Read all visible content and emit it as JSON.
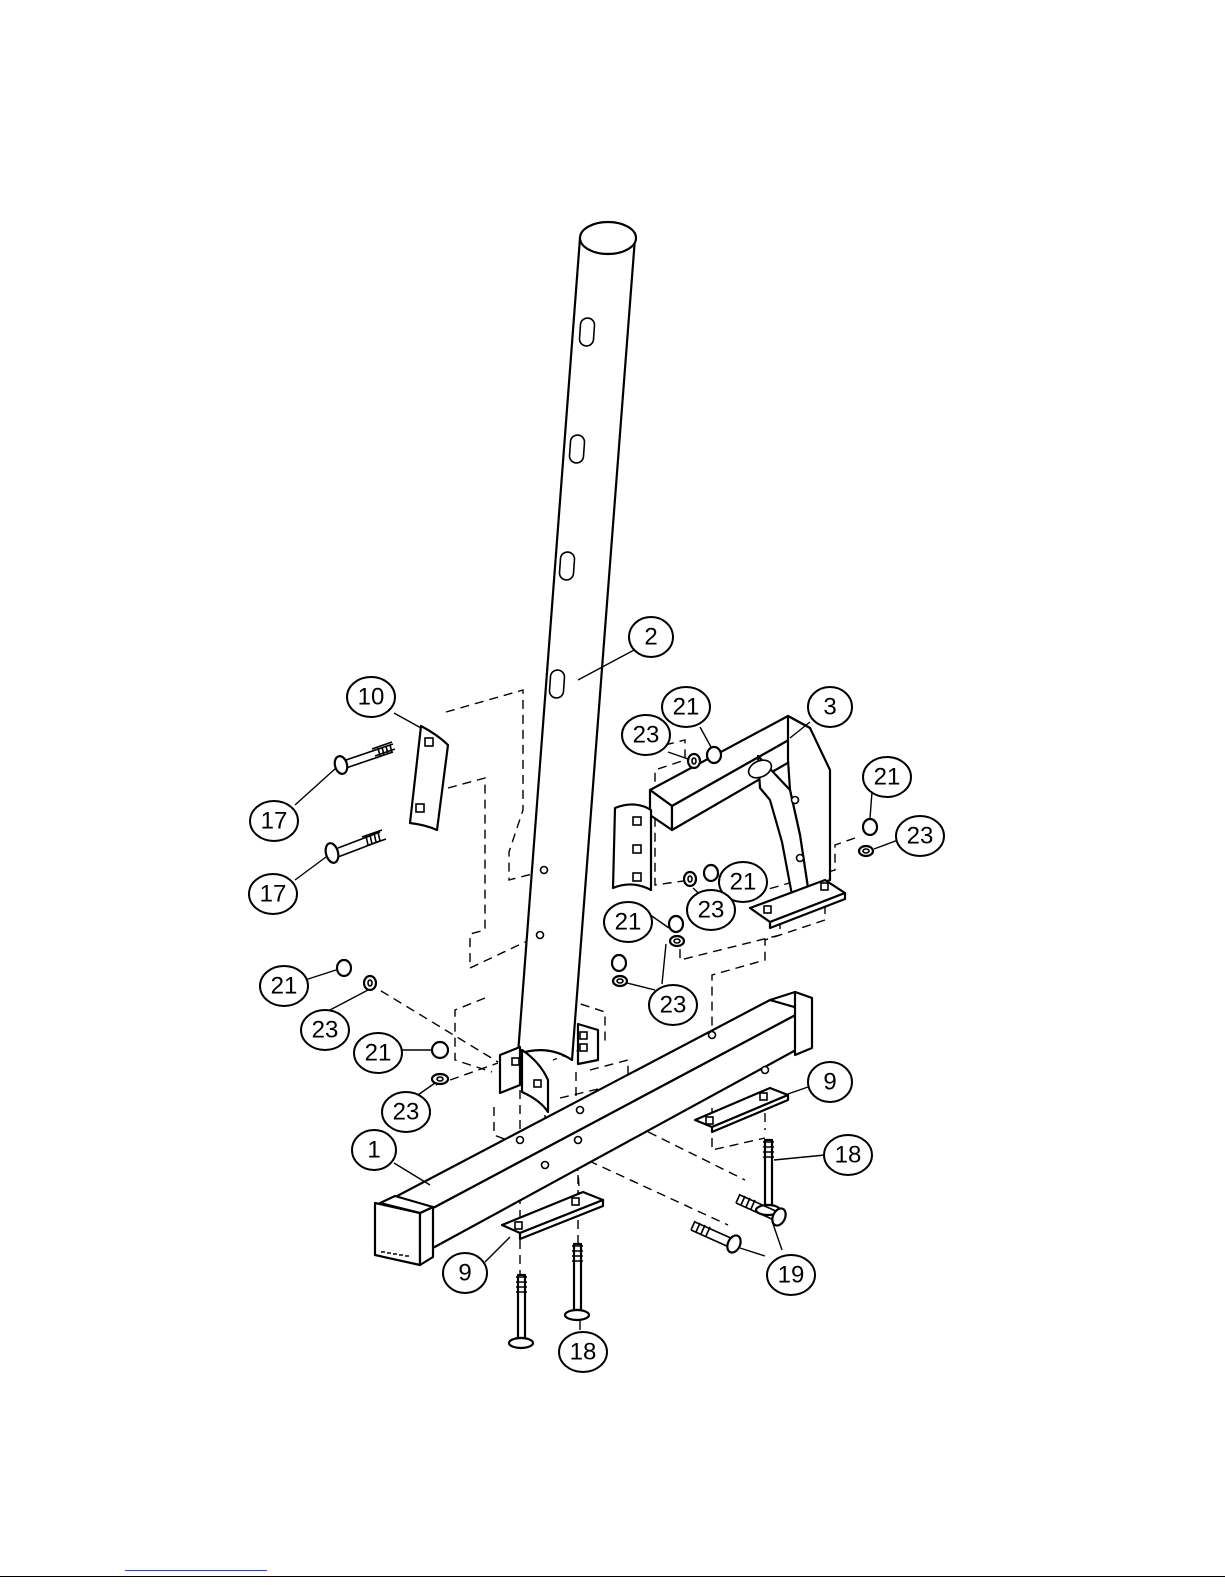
{
  "diagram": {
    "callouts": [
      {
        "id": "c-10",
        "label": "10"
      },
      {
        "id": "c-2",
        "label": "2"
      },
      {
        "id": "c-21-top",
        "label": "21"
      },
      {
        "id": "c-3",
        "label": "3"
      },
      {
        "id": "c-23-top",
        "label": "23"
      },
      {
        "id": "c-17-a",
        "label": "17"
      },
      {
        "id": "c-21-right",
        "label": "21"
      },
      {
        "id": "c-23-right",
        "label": "23"
      },
      {
        "id": "c-17-b",
        "label": "17"
      },
      {
        "id": "c-21-mid",
        "label": "21"
      },
      {
        "id": "c-23-mid",
        "label": "23"
      },
      {
        "id": "c-21-center",
        "label": "21"
      },
      {
        "id": "c-23-center",
        "label": "23"
      },
      {
        "id": "c-21-left",
        "label": "21"
      },
      {
        "id": "c-23-left",
        "label": "23"
      },
      {
        "id": "c-21-lower",
        "label": "21"
      },
      {
        "id": "c-23-lower",
        "label": "23"
      },
      {
        "id": "c-9-right",
        "label": "9"
      },
      {
        "id": "c-1",
        "label": "1"
      },
      {
        "id": "c-18-right",
        "label": "18"
      },
      {
        "id": "c-9-left",
        "label": "9"
      },
      {
        "id": "c-19",
        "label": "19"
      },
      {
        "id": "c-18-bottom",
        "label": "18"
      }
    ]
  }
}
